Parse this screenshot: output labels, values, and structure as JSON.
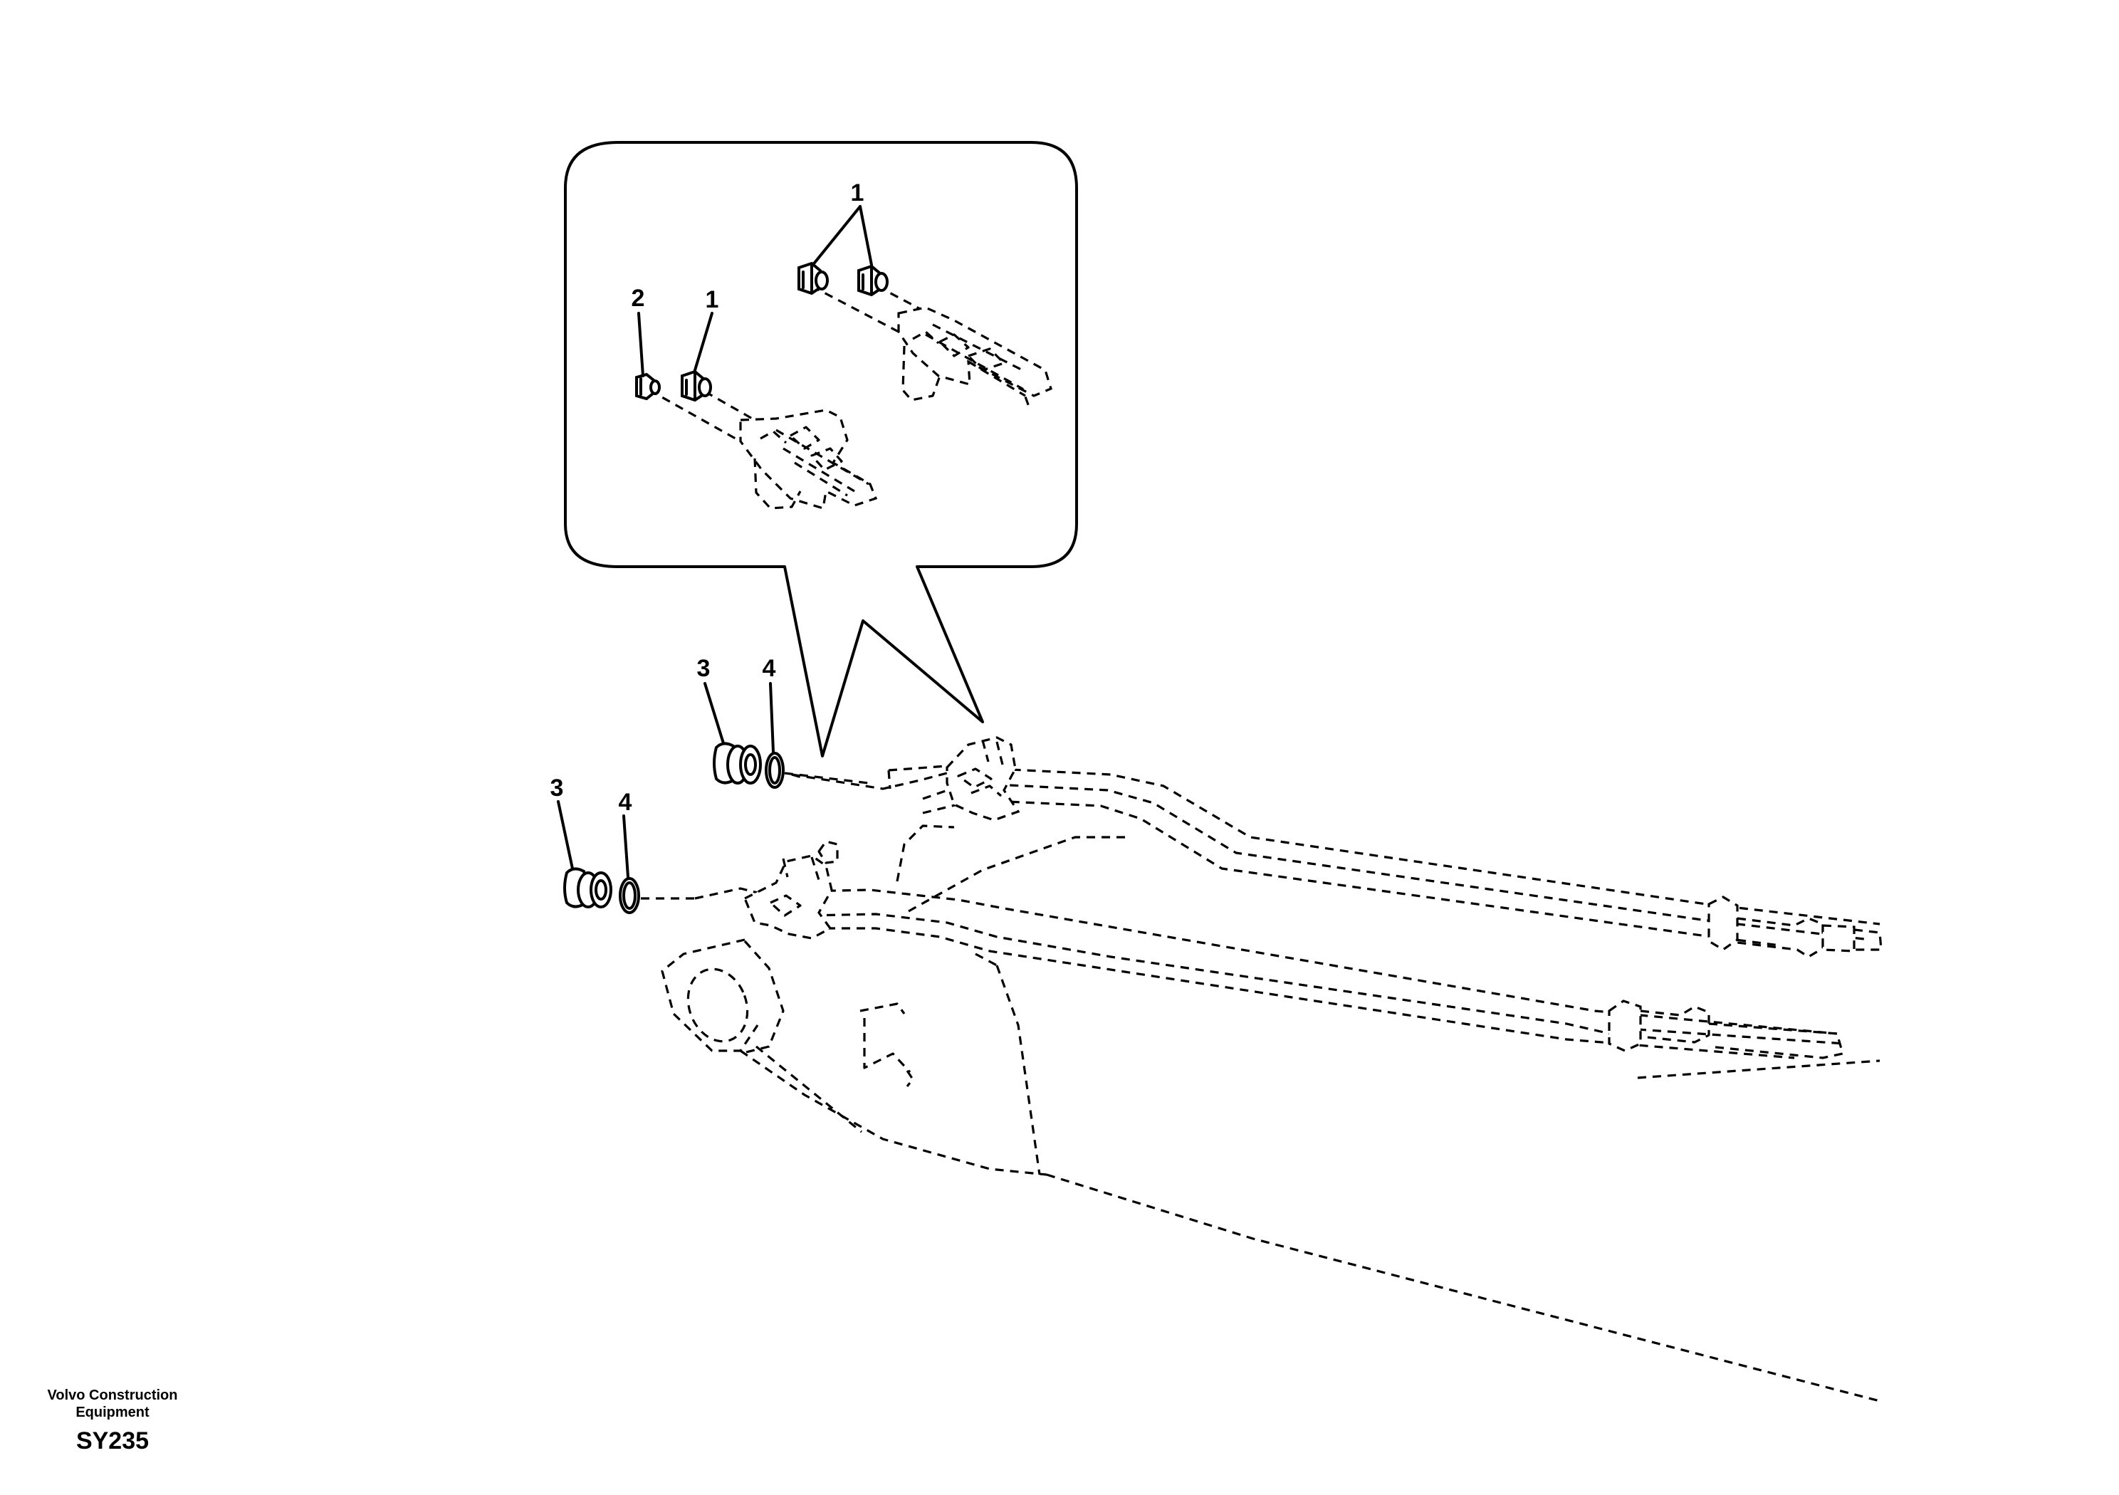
{
  "callouts": {
    "detail_1a": "1",
    "detail_1b": "1",
    "detail_2": "2",
    "upper_3": "3",
    "upper_4": "4",
    "lower_3": "3",
    "lower_4": "4"
  },
  "footer": {
    "company_line1": "Volvo Construction",
    "company_line2": "Equipment",
    "code": "SY235"
  }
}
